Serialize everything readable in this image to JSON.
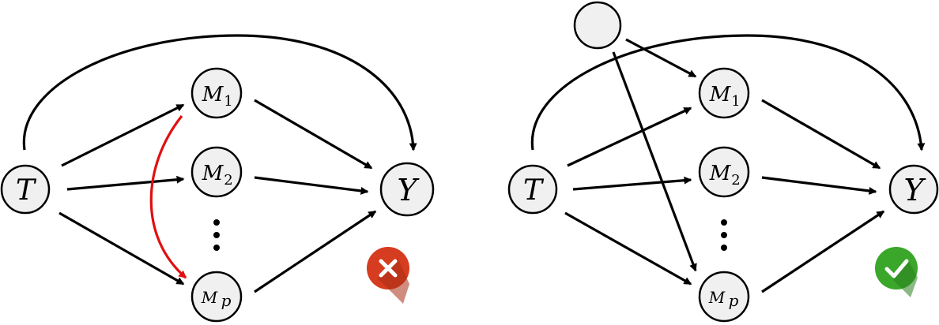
{
  "left_diagram": {
    "nodes": {
      "T": {
        "label": "T"
      },
      "Y": {
        "label": "Y"
      },
      "M1": {
        "label": "M",
        "sub": "1"
      },
      "M2": {
        "label": "M",
        "sub": "2"
      },
      "Mp": {
        "label": "M",
        "sub": "p"
      }
    },
    "status": {
      "icon": "cross-icon",
      "color": "#d63c1f",
      "shadow": "#a82d15"
    },
    "red_edge_color": "#e01010"
  },
  "right_diagram": {
    "nodes": {
      "T": {
        "label": "T"
      },
      "Y": {
        "label": "Y"
      },
      "M1": {
        "label": "M",
        "sub": "1"
      },
      "M2": {
        "label": "M",
        "sub": "2"
      },
      "Mp": {
        "label": "M",
        "sub": "p"
      },
      "U": {
        "label": ""
      }
    },
    "status": {
      "icon": "check-icon",
      "color": "#3aa62a",
      "shadow": "#2c7f20"
    }
  }
}
